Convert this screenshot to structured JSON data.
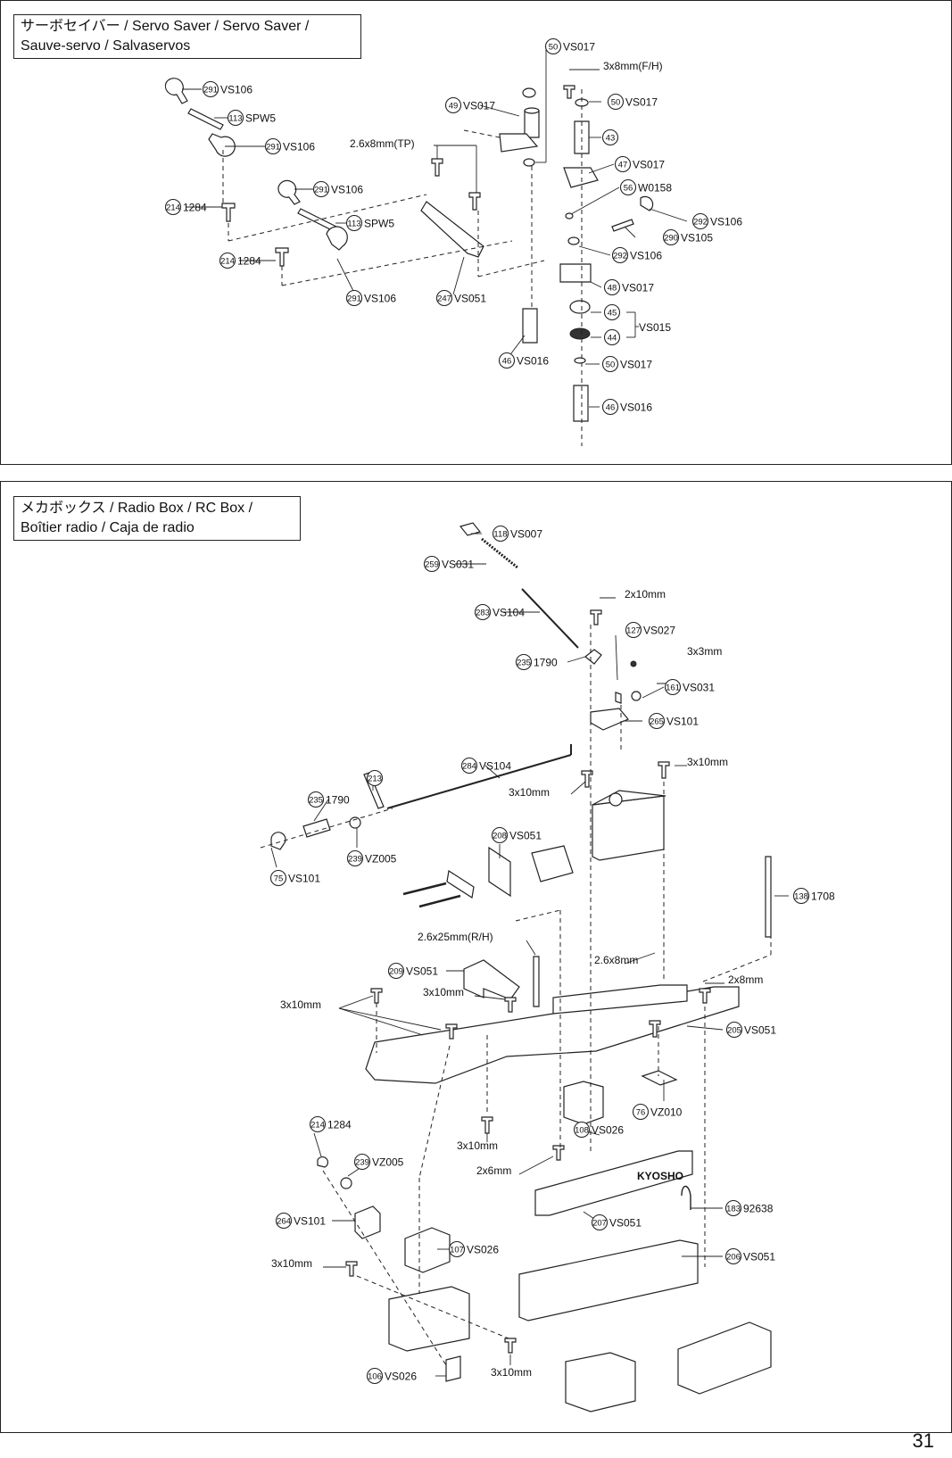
{
  "page_number": "31",
  "servo_saver": {
    "title_line1": "サーボセイバー / Servo Saver / Servo Saver /",
    "title_line2": "Sauve-servo / Salvaservos",
    "callouts": [
      {
        "num": "291",
        "code": "VS106"
      },
      {
        "num": "113",
        "code": "SPW5"
      },
      {
        "num": "291",
        "code": "VS106"
      },
      {
        "num": "214",
        "code": "1284"
      },
      {
        "num": "291",
        "code": "VS106"
      },
      {
        "num": "113",
        "code": "SPW5"
      },
      {
        "num": "214",
        "code": "1284"
      },
      {
        "num": "291",
        "code": "VS106"
      },
      {
        "num": "247",
        "code": "VS051"
      },
      {
        "num": "46",
        "code": "VS016"
      },
      {
        "num": "49",
        "code": "VS017"
      },
      {
        "num": "50",
        "code": "VS017"
      },
      {
        "num": "50",
        "code": "VS017"
      },
      {
        "num": "43",
        "code": ""
      },
      {
        "num": "47",
        "code": "VS017"
      },
      {
        "num": "56",
        "code": "W0158"
      },
      {
        "num": "292",
        "code": "VS106"
      },
      {
        "num": "290",
        "code": "VS105"
      },
      {
        "num": "292",
        "code": "VS106"
      },
      {
        "num": "48",
        "code": "VS017"
      },
      {
        "num": "45",
        "code": ""
      },
      {
        "num": "44",
        "code": ""
      },
      {
        "num": "50",
        "code": "VS017"
      },
      {
        "num": "46",
        "code": "VS016"
      }
    ],
    "screw_labels": [
      "2.6x8mm(TP)",
      "3x8mm(F/H)"
    ],
    "group_label": "VS015"
  },
  "radio_box": {
    "title_line1": "メカボックス / Radio Box / RC Box /",
    "title_line2": "Boîtier radio / Caja de radio",
    "callouts": [
      {
        "num": "118",
        "code": "VS007"
      },
      {
        "num": "259",
        "code": "VS031"
      },
      {
        "num": "283",
        "code": "VS104"
      },
      {
        "num": "235",
        "code": "1790"
      },
      {
        "num": "127",
        "code": "VS027"
      },
      {
        "num": "161",
        "code": "VS031"
      },
      {
        "num": "265",
        "code": "VS101"
      },
      {
        "num": "284",
        "code": "VS104"
      },
      {
        "num": "213",
        "code": ""
      },
      {
        "num": "235",
        "code": "1790"
      },
      {
        "num": "239",
        "code": "VZ005"
      },
      {
        "num": "75",
        "code": "VS101"
      },
      {
        "num": "208",
        "code": "VS051"
      },
      {
        "num": "138",
        "code": "1708"
      },
      {
        "num": "209",
        "code": "VS051"
      },
      {
        "num": "205",
        "code": "VS051"
      },
      {
        "num": "76",
        "code": "VZ010"
      },
      {
        "num": "108",
        "code": "VS026"
      },
      {
        "num": "214",
        "code": "1284"
      },
      {
        "num": "239",
        "code": "VZ005"
      },
      {
        "num": "264",
        "code": "VS101"
      },
      {
        "num": "107",
        "code": "VS026"
      },
      {
        "num": "207",
        "code": "VS051"
      },
      {
        "num": "183",
        "code": "92638"
      },
      {
        "num": "206",
        "code": "VS051"
      },
      {
        "num": "106",
        "code": "VS026"
      }
    ],
    "screw_labels": [
      "2x10mm",
      "3x3mm",
      "3x10mm",
      "3x10mm",
      "2.6x25mm(R/H)",
      "2.6x8mm",
      "2x8mm",
      "3x10mm",
      "3x10mm",
      "3x10mm",
      "2x6mm",
      "3x10mm",
      "3x10mm"
    ],
    "brand_mark": "KYOSHO"
  }
}
